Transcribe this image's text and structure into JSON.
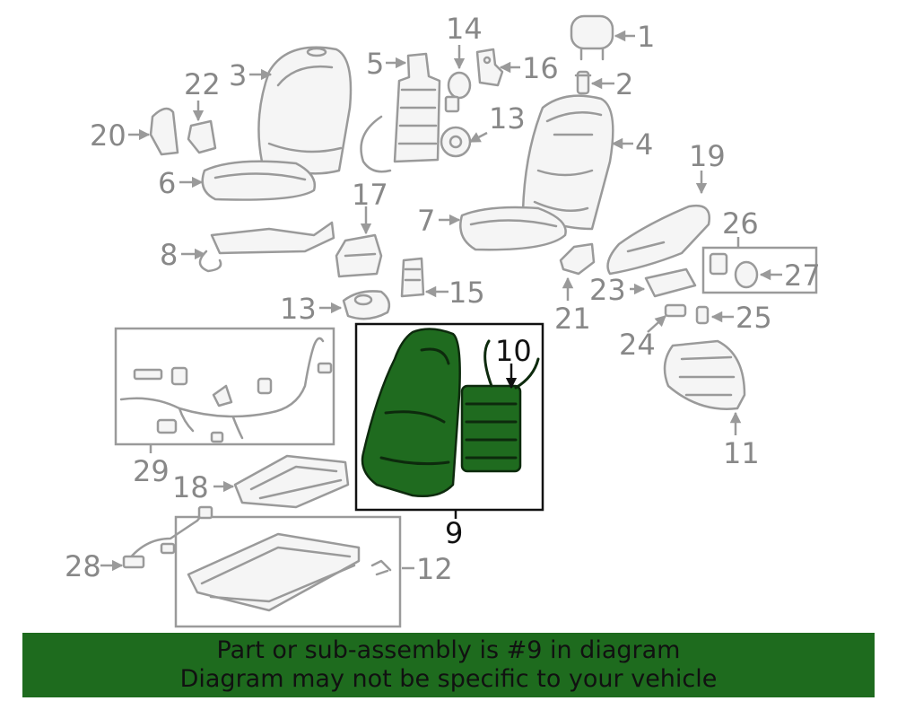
{
  "diagram": {
    "highlight_color": "#1e6b1e",
    "highlighted_part": "9",
    "callouts": [
      "1",
      "2",
      "3",
      "4",
      "5",
      "6",
      "7",
      "8",
      "9",
      "10",
      "11",
      "12",
      "13",
      "13",
      "14",
      "15",
      "16",
      "17",
      "18",
      "19",
      "20",
      "21",
      "22",
      "23",
      "24",
      "25",
      "26",
      "27",
      "28",
      "29"
    ]
  },
  "banner": {
    "line1": "Part or sub-assembly is #9 in diagram",
    "line2": "Diagram may not be specific to your vehicle"
  }
}
